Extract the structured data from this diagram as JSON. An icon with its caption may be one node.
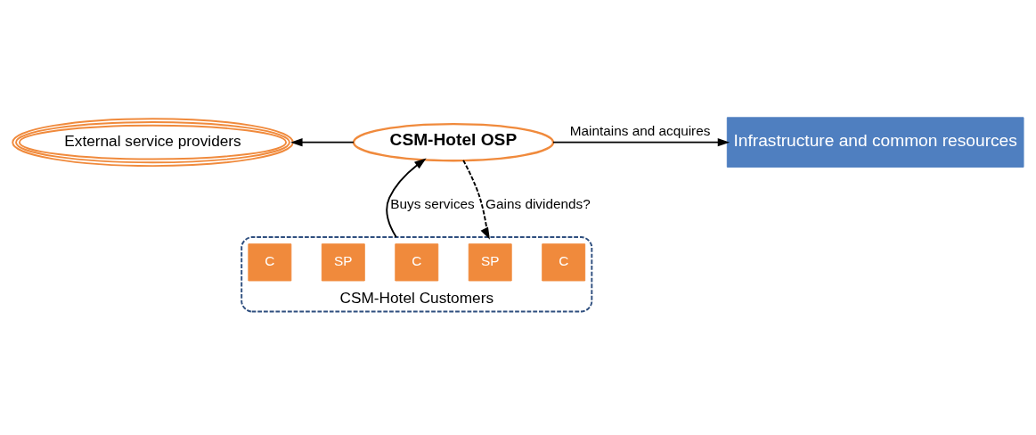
{
  "diagram": {
    "nodes": [
      {
        "text": [
          "External service providers"
        ]
      },
      {
        "text": [
          "CSM-Hotel OSP"
        ]
      },
      {
        "text": [
          "Infrastructure and common resources"
        ]
      },
      {
        "text": [
          "CSM-Hotel Customers"
        ]
      },
      {
        "text": [
          "C"
        ],
        "in": 3
      },
      {
        "text": [
          "C"
        ],
        "in": 3
      },
      {
        "text": [
          "SP"
        ],
        "in": 3
      },
      {
        "text": [
          "SP"
        ],
        "in": 3
      },
      {
        "text": [
          "C"
        ],
        "in": 3
      }
    ],
    "edges": [
      {
        "from": 1,
        "to": 0,
        "arrow": "to"
      },
      {
        "from": 1,
        "to": 2,
        "arrow": "to",
        "label": "Maintains and acquires"
      },
      {
        "from": 3,
        "to": 1,
        "arrow": "to",
        "label": "Buys services"
      },
      {
        "from": 1,
        "to": 3,
        "arrow": "to",
        "label": "Gains dividends?",
        "style": "dashed"
      }
    ]
  }
}
